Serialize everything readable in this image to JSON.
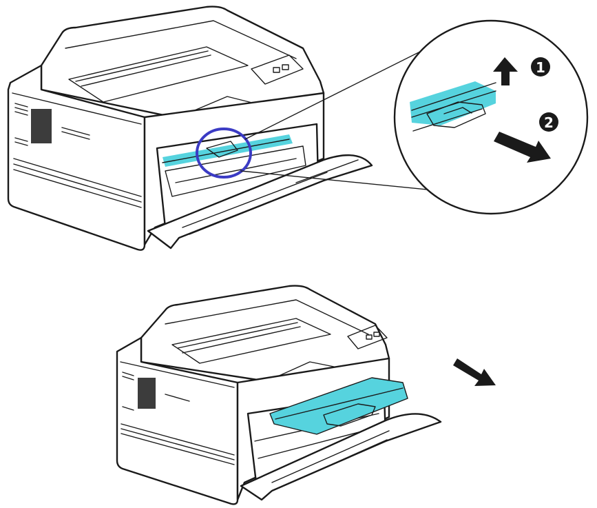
{
  "colors": {
    "part_highlight": "#56D3DE",
    "callout_circle": "#3B3BC4",
    "line": "#1A1A1A",
    "background": "#FFFFFF"
  },
  "steps": [
    {
      "number": "1",
      "direction": "up",
      "icon": "arrow-up-icon"
    },
    {
      "number": "2",
      "direction": "down-right",
      "icon": "arrow-down-right-icon"
    }
  ],
  "removal_arrow": {
    "direction": "down-right",
    "icon": "arrow-down-right-icon"
  }
}
